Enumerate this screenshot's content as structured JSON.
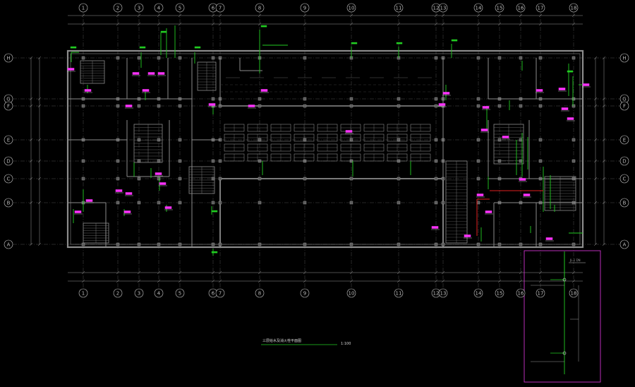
{
  "drawing": {
    "background": "#000000",
    "colors": {
      "wall": "#8c8c8c",
      "grid_axis": "#6e6e6e",
      "dimension": "#9a9a9a",
      "pipe_green": "#22cc22",
      "tag_magenta": "#ff33ff",
      "detail_frame": "#cc33cc",
      "fire_red": "#e02020",
      "text": "#bdbdbd"
    },
    "column_axes": [
      "1",
      "2",
      "3",
      "4",
      "5",
      "6",
      "7",
      "8",
      "9",
      "10",
      "11",
      "12",
      "13",
      "14",
      "15",
      "16",
      "17",
      "18"
    ],
    "row_axes": [
      "H",
      "G",
      "F",
      "E",
      "D",
      "C",
      "B",
      "A"
    ],
    "plan_title": "三层给水及消火栓平面图",
    "plan_scale": "1:100",
    "detail_tag": "JL-1 DN"
  }
}
